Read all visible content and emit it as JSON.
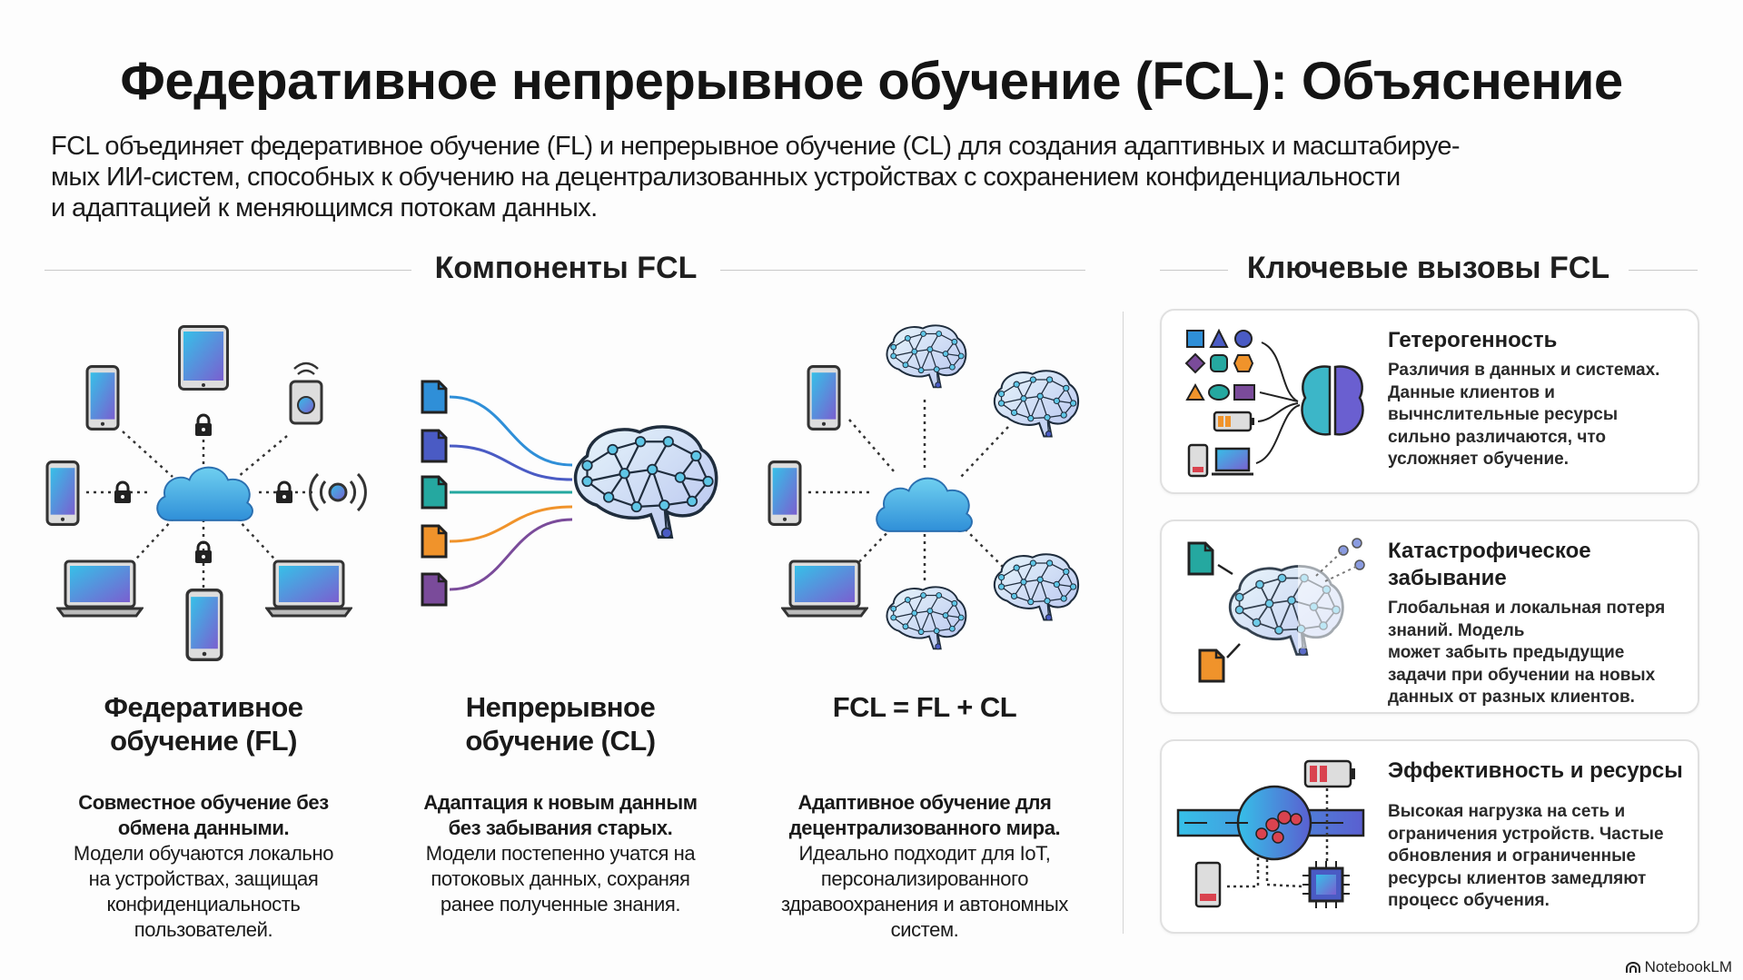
{
  "title": "Федеративное непрерывное обучение (FCL): Объяснение",
  "subtitle_lines": [
    "FCL объединяет федеративное обучение (FL) и непрерывное обучение (CL) для создания адаптивных и масштабируе-",
    "мых ИИ-систем, способных к обучению на децентрализованных устройствах с сохранением конфиденциальности",
    "и адаптацией к меняющимся потокам данных."
  ],
  "components": {
    "header": "Компоненты FCL",
    "columns": [
      {
        "title_lines": [
          "Федеративное",
          "обучение (FL)"
        ],
        "body_bold_lines": [
          "Совместное обучение без",
          "обмена данными."
        ],
        "body_lines": [
          "Модели обучаются локально",
          "на устройствах, защищая",
          "конфиденциальность",
          "пользователей."
        ]
      },
      {
        "title_lines": [
          "Непрерывное",
          "обучение (CL)"
        ],
        "body_bold_lines": [
          "Адаптация к новым данным",
          "без забывания старых."
        ],
        "body_lines": [
          "Модели постепенно учатся на",
          "потоковых данных, сохраняя",
          "ранее полученные знания."
        ]
      },
      {
        "title_lines": [
          "FCL = FL + CL"
        ],
        "body_bold_lines": [
          "Адаптивное обучение для",
          "децентрализованного мира."
        ],
        "body_lines": [
          "Идеально подходит для IoT,",
          "персонализированного",
          "здравоохранения и автономных",
          "систем."
        ]
      }
    ]
  },
  "challenges": {
    "header": "Ключевые вызовы FCL",
    "cards": [
      {
        "title_lines": [
          "Гетерогенность"
        ],
        "body_lines": [
          "Различия в данных и системах.",
          "Данные клиентов и",
          "вычнслительные ресурсы",
          "сильно различаются, что",
          "усложняет обучение."
        ]
      },
      {
        "title_lines": [
          "Катастрофическое",
          "забывание"
        ],
        "body_lines": [
          "Глобальная и локальная потеря",
          "знаний. Модель",
          "может забыть предыдущие",
          "задачи при обучении на новых",
          "данных от разных клиентов."
        ]
      },
      {
        "title_lines": [
          "Эффективность и ресурсы"
        ],
        "body_lines": [
          "Высокая нагрузка на сеть и",
          "ограничения устройств. Частые",
          "обновления и ограниченные",
          "ресурсы клиентов замедляют",
          "процесс обучения."
        ]
      }
    ]
  },
  "watermark": "NotebookLM",
  "colors": {
    "blue": "#2f8fd8",
    "indigo": "#4a5bc4",
    "teal": "#25a8a0",
    "orange": "#f0932b",
    "purple": "#7a4b9a",
    "red": "#d9434f"
  }
}
